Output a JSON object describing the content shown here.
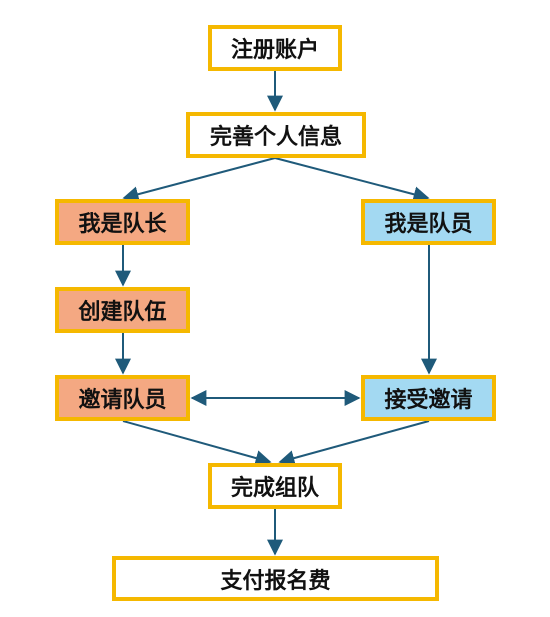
{
  "diagram": {
    "nodes": [
      {
        "id": "register",
        "label": "注册账户"
      },
      {
        "id": "profile",
        "label": "完善个人信息"
      },
      {
        "id": "leader",
        "label": "我是队长"
      },
      {
        "id": "member",
        "label": "我是队员"
      },
      {
        "id": "create",
        "label": "创建队伍"
      },
      {
        "id": "invite",
        "label": "邀请队员"
      },
      {
        "id": "accept",
        "label": "接受邀请"
      },
      {
        "id": "done",
        "label": "完成组队"
      },
      {
        "id": "pay",
        "label": "支付报名费"
      }
    ],
    "edges": [
      {
        "from": "register",
        "to": "profile"
      },
      {
        "from": "profile",
        "to": "leader"
      },
      {
        "from": "profile",
        "to": "member"
      },
      {
        "from": "leader",
        "to": "create"
      },
      {
        "from": "create",
        "to": "invite"
      },
      {
        "from": "member",
        "to": "accept"
      },
      {
        "from": "invite",
        "to": "accept",
        "bidirectional": true
      },
      {
        "from": "invite",
        "to": "done"
      },
      {
        "from": "accept",
        "to": "done"
      },
      {
        "from": "done",
        "to": "pay"
      }
    ],
    "colors": {
      "border": "#f5b800",
      "leader_fill": "#f4a882",
      "member_fill": "#a3d9f2",
      "default_fill": "#ffffff",
      "arrow": "#1f5a7a"
    }
  }
}
